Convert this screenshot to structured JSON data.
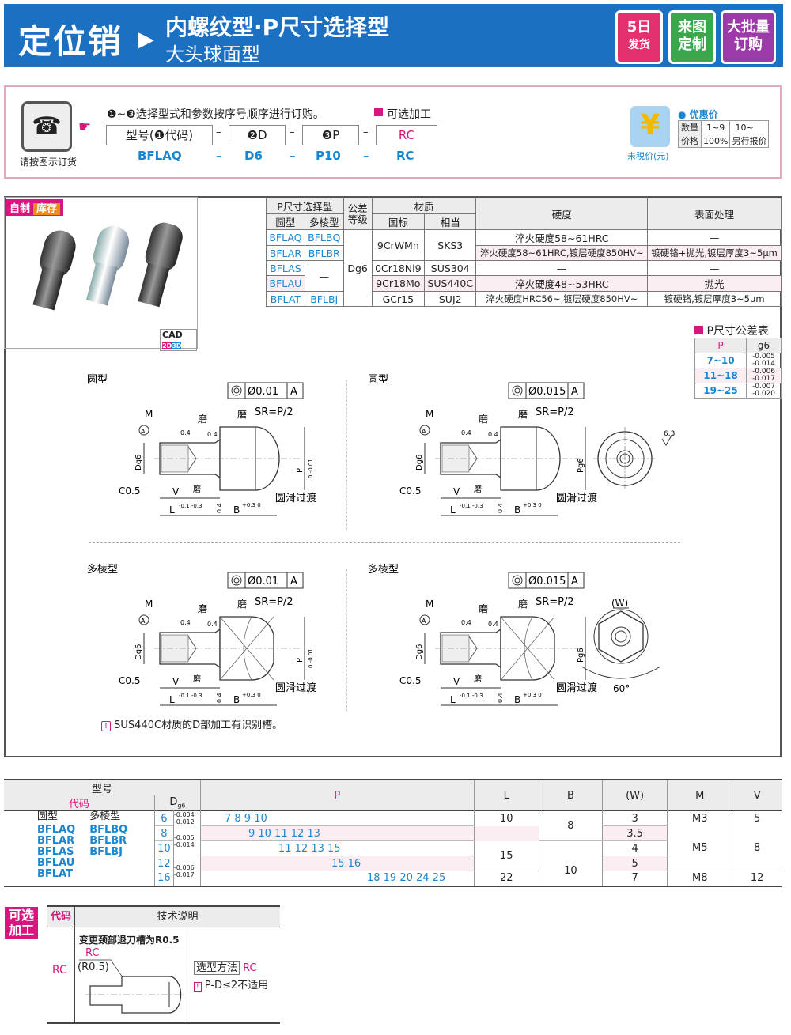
{
  "header": {
    "title": "定位销",
    "arrow": "▶",
    "subtitle1": "内螺纹型·P尺寸选择型",
    "subtitle2": "大头球面型",
    "badges": [
      {
        "line1": "5日",
        "line2": "发货",
        "color": "#e3306e"
      },
      {
        "line1": "来图",
        "line2": "定制",
        "color": "#3aa84a"
      },
      {
        "line1": "大批量",
        "line2": "订购",
        "color": "#9b3aa8"
      }
    ]
  },
  "order": {
    "phone_caption": "请按图示订货",
    "instruction": "❶~❸选择型式和参数按序号顺序进行订购。",
    "optional_label": "可选加工",
    "boxes": [
      "型号(❶代码)",
      "❷D",
      "❸P",
      "RC"
    ],
    "values": [
      "BFLAQ",
      "D6",
      "P10",
      "RC"
    ],
    "dash": "–",
    "price": {
      "icon_caption": "未税价(元)",
      "title": "优惠价",
      "rows": [
        [
          "数量",
          "1~9",
          "10~"
        ],
        [
          "价格",
          "100%",
          "另行报价"
        ]
      ]
    }
  },
  "product": {
    "tag1": "自制",
    "tag2": "库存",
    "cad": "CAD",
    "cad2d": "2D",
    "cad3d": "3D"
  },
  "spec_table": {
    "h_select": "P尺寸选择型",
    "h_round": "圆型",
    "h_multi": "多棱型",
    "h_tol": "公差等级",
    "h_mat": "材质",
    "h_gb": "国标",
    "h_eq": "相当",
    "h_hard": "硬度",
    "h_surf": "表面处理",
    "tol": "Dg6",
    "rows": [
      {
        "round": "BFLAQ",
        "multi": "BFLBQ",
        "gb": "9CrWMn",
        "eq": "SKS3",
        "hard": "淬火硬度58~61HRC",
        "surf": "—"
      },
      {
        "round": "BFLAR",
        "multi": "BFLBR",
        "hard": "淬火硬度58~61HRC,镀层硬度850HV~",
        "surf": "镀硬铬+抛光,镀层厚度3~5μm"
      },
      {
        "round": "BFLAS",
        "multi": "—",
        "gb": "0Cr18Ni9",
        "eq": "SUS304",
        "hard": "—",
        "surf": "—"
      },
      {
        "round": "BFLAU",
        "gb": "9Cr18Mo",
        "eq": "SUS440C",
        "hard": "淬火硬度48~53HRC",
        "surf": "抛光"
      },
      {
        "round": "BFLAT",
        "multi": "BFLBJ",
        "gb": "GCr15",
        "eq": "SUJ2",
        "hard": "淬火硬度HRC56~,镀层硬度850HV~",
        "surf": "镀硬铬,镀层厚度3~5μm"
      }
    ]
  },
  "p_tol": {
    "title": "P尺寸公差表",
    "h_p": "P",
    "h_g6": "g6",
    "rows": [
      {
        "p": "7~10",
        "u": "-0.005",
        "l": "-0.014"
      },
      {
        "p": "11~18",
        "u": "-0.006",
        "l": "-0.017"
      },
      {
        "p": "19~25",
        "u": "-0.007",
        "l": "-0.020"
      }
    ]
  },
  "drawings": [
    {
      "title": "圆型",
      "flat": "Ø0.01",
      "datum": "A",
      "m": "M",
      "grind": "磨",
      "rough": "0.4",
      "sr": "SR=P/2",
      "d": "Dg6",
      "p": "P",
      "ptol": "0 -0.01",
      "c": "C0.5",
      "v": "V",
      "l": "L",
      "ltol": "-0.1 -0.3",
      "b": "B",
      "btol": "+0.3 0",
      "smooth": "圆滑过渡",
      "multi": false
    },
    {
      "title": "圆型",
      "flat": "Ø0.015",
      "datum": "A",
      "m": "M",
      "grind": "磨",
      "rough": "0.4",
      "sr": "SR=P/2",
      "d": "Dg6",
      "p": "Pg6",
      "ptol": "",
      "c": "C0.5",
      "v": "V",
      "l": "L",
      "ltol": "-0.1 -0.3",
      "b": "B",
      "btol": "+0.3 0",
      "smooth": "圆滑过渡",
      "multi": false
    },
    {
      "title": "多棱型",
      "flat": "Ø0.01",
      "datum": "A",
      "m": "M",
      "grind": "磨",
      "rough": "0.4",
      "sr": "SR=P/2",
      "d": "Dg6",
      "p": "P",
      "ptol": "0 -0.01",
      "c": "C0.5",
      "v": "V",
      "l": "L",
      "ltol": "-0.1 -0.3",
      "b": "B",
      "btol": "+0.3 0",
      "smooth": "圆滑过渡",
      "multi": true
    },
    {
      "title": "多棱型",
      "flat": "Ø0.015",
      "datum": "A",
      "m": "M",
      "grind": "磨",
      "rough": "0.4",
      "sr": "SR=P/2",
      "d": "Dg6",
      "p": "Pg6",
      "ptol": "",
      "c": "C0.5",
      "v": "V",
      "l": "L",
      "ltol": "-0.1 -0.3",
      "b": "B",
      "btol": "+0.3 0",
      "smooth": "圆滑过渡",
      "multi": true
    }
  ],
  "side_views": {
    "round_rough": "6.3",
    "hex_w": "(W)",
    "hex_angle": "60°"
  },
  "note": "SUS440C材质的D部加工有识别槽。",
  "dim_table": {
    "h_model": "型号",
    "h_code": "代码",
    "h_d": "D",
    "h_d_sub": "g6",
    "h_p": "P",
    "h_l": "L",
    "h_b": "B",
    "h_w": "(W)",
    "h_m": "M",
    "h_v": "V",
    "round_label": "圆型",
    "multi_label": "多棱型",
    "round_codes": [
      "BFLAQ",
      "BFLAR",
      "BFLAS",
      "BFLAU",
      "BFLAT"
    ],
    "multi_codes": [
      "BFLBQ",
      "BFLBR",
      "BFLBJ"
    ],
    "rows": [
      {
        "d": "6",
        "tol": "-0.004 -0.012",
        "p": "7 8 9 10",
        "l": "10",
        "b": "8",
        "w": "3",
        "m": "M3",
        "v": "5"
      },
      {
        "d": "8",
        "tol": "-0.005",
        "p": "9 10 11 12 13",
        "l": "",
        "w": "3.5",
        "m": "",
        "v": ""
      },
      {
        "d": "10",
        "tol": "-0.014",
        "p": "11 12 13 15",
        "l": "15",
        "b": "",
        "w": "4",
        "m": "M5",
        "v": "8"
      },
      {
        "d": "12",
        "tol": "-0.006",
        "p": "15 16",
        "l": "",
        "b": "10",
        "w": "5",
        "m": "",
        "v": ""
      },
      {
        "d": "16",
        "tol": "-0.017",
        "p": "18 19 20 24 25",
        "l": "22",
        "b": "",
        "w": "7",
        "m": "M8",
        "v": "12"
      }
    ]
  },
  "optional": {
    "tag": "可选加工",
    "h_code": "代码",
    "h_desc": "技术说明",
    "code": "RC",
    "desc_title": "变更颈部退刀槽为R0.5",
    "fig_rc": "RC",
    "fig_r": "(R0.5)",
    "method_label": "选型方法",
    "method_value": "RC",
    "warn": "P-D≤2不适用"
  }
}
